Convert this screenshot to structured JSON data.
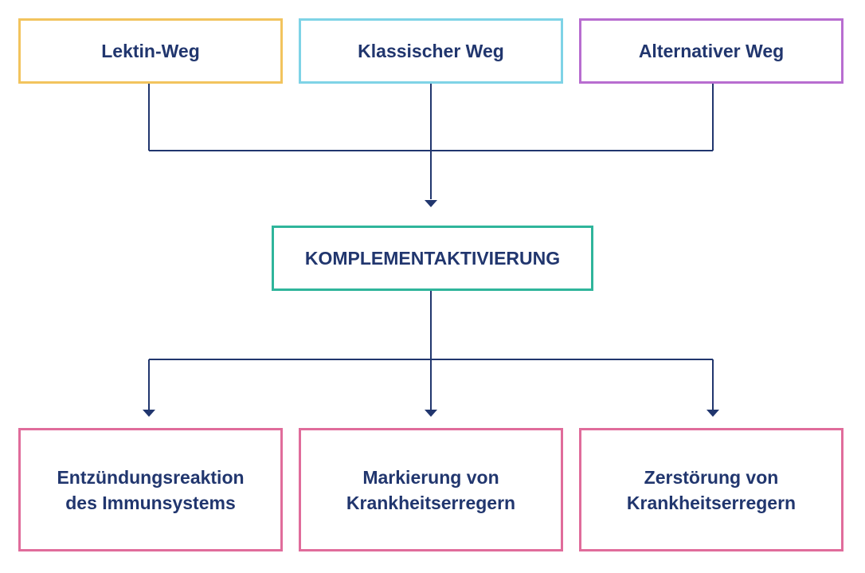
{
  "colors": {
    "text": "#21366e",
    "line": "#21366e",
    "lektin_border": "#f2c45e",
    "klassisch_border": "#7fd3e6",
    "alternativ_border": "#b86dd0",
    "center_border": "#2fb59b",
    "result_border": "#e06c9b"
  },
  "pathways": [
    {
      "label": "Lektin-Weg"
    },
    {
      "label": "Klassischer Weg"
    },
    {
      "label": "Alternativer Weg"
    }
  ],
  "center": {
    "label": "KOMPLEMENTAKTIVIERUNG"
  },
  "outcomes": [
    {
      "line1": "Entzündungsreaktion",
      "line2": "des Immunsystems"
    },
    {
      "line1": "Markierung von",
      "line2": "Krankheitserregern"
    },
    {
      "line1": "Zerstörung von",
      "line2": "Krankheitserregern"
    }
  ]
}
